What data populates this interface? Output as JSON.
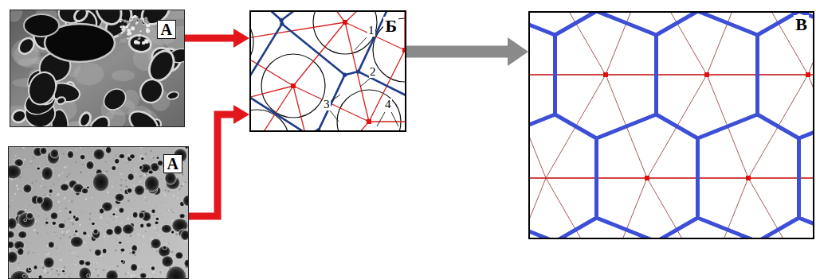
{
  "diagram": {
    "nodes": [
      {
        "text": [
          "А"
        ]
      },
      {
        "text": [
          "А"
        ]
      },
      {
        "text": [
          "Б"
        ]
      },
      {
        "text": [
          "В"
        ]
      }
    ],
    "edges": [
      {
        "from": 0,
        "to": 2,
        "arrow": "to"
      },
      {
        "from": 1,
        "to": 2,
        "arrow": "to"
      },
      {
        "from": 2,
        "to": 3,
        "arrow": "to"
      }
    ],
    "labels": [
      "1",
      "2",
      "3",
      "4"
    ]
  }
}
